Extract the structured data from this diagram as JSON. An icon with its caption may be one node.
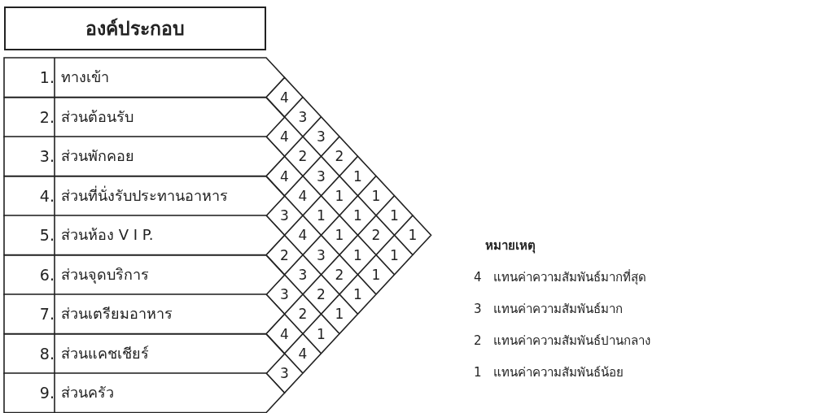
{
  "diagram": {
    "nodes": [
      {
        "text": [
          "องค์ประกอบ"
        ]
      },
      {
        "text": [
          "1.",
          "ทางเข้า"
        ]
      },
      {
        "text": [
          "2.",
          "ส่วนต้อนรับ"
        ]
      },
      {
        "text": [
          "3.",
          "ส่วนพักคอย"
        ]
      },
      {
        "text": [
          "4.",
          "ส่วนที่นั่งรับประทานอาหาร"
        ]
      },
      {
        "text": [
          "5.",
          "ส่วนห้อง V I P."
        ]
      },
      {
        "text": [
          "6.",
          "ส่วนจุดบริการ"
        ]
      },
      {
        "text": [
          "7.",
          "ส่วนเตรียมอาหาร"
        ]
      },
      {
        "text": [
          "8.",
          "ส่วนแคชเชียร์"
        ]
      },
      {
        "text": [
          "9.",
          "ส่วนครัว"
        ]
      }
    ],
    "labels": [
      "4",
      "3",
      "4",
      "3",
      "2",
      "2",
      "4",
      "3",
      "1",
      "4",
      "1",
      "1",
      "3",
      "1",
      "1",
      "1",
      "4",
      "1",
      "2",
      "1",
      "2",
      "3",
      "1",
      "1",
      "3",
      "2",
      "1",
      "3",
      "2",
      "1",
      "2",
      "1",
      "4",
      "1",
      "4",
      "3",
      "หมายเหตุ",
      "4",
      "แทนค่าความสัมพันธ์มากที่สุด",
      "3",
      "แทนค่าความสัมพันธ์มาก",
      "2",
      "แทนค่าความสัมพันธ์ปานกลาง",
      "1",
      "แทนค่าความสัมพันธ์น้อย"
    ]
  }
}
